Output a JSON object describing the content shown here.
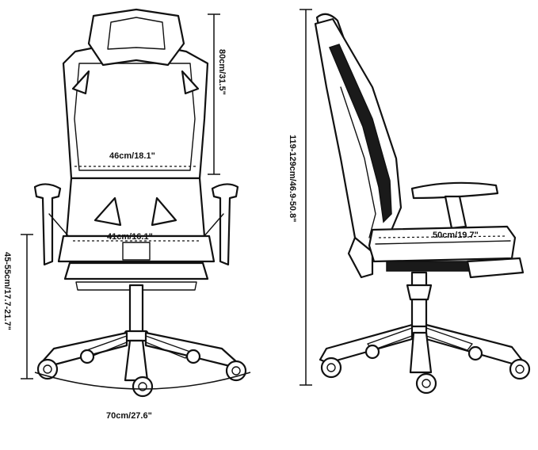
{
  "dimensions": {
    "backrest_height": "80cm/31.5\"",
    "backrest_width": "46cm/18.1\"",
    "seat_width": "41cm/16.1\"",
    "seat_height": "45-55cm/17.7-21.7\"",
    "base_width": "70cm/27.6\"",
    "total_height": "119-129cm/46.9-50.8\"",
    "seat_depth": "50cm/19.7\""
  }
}
